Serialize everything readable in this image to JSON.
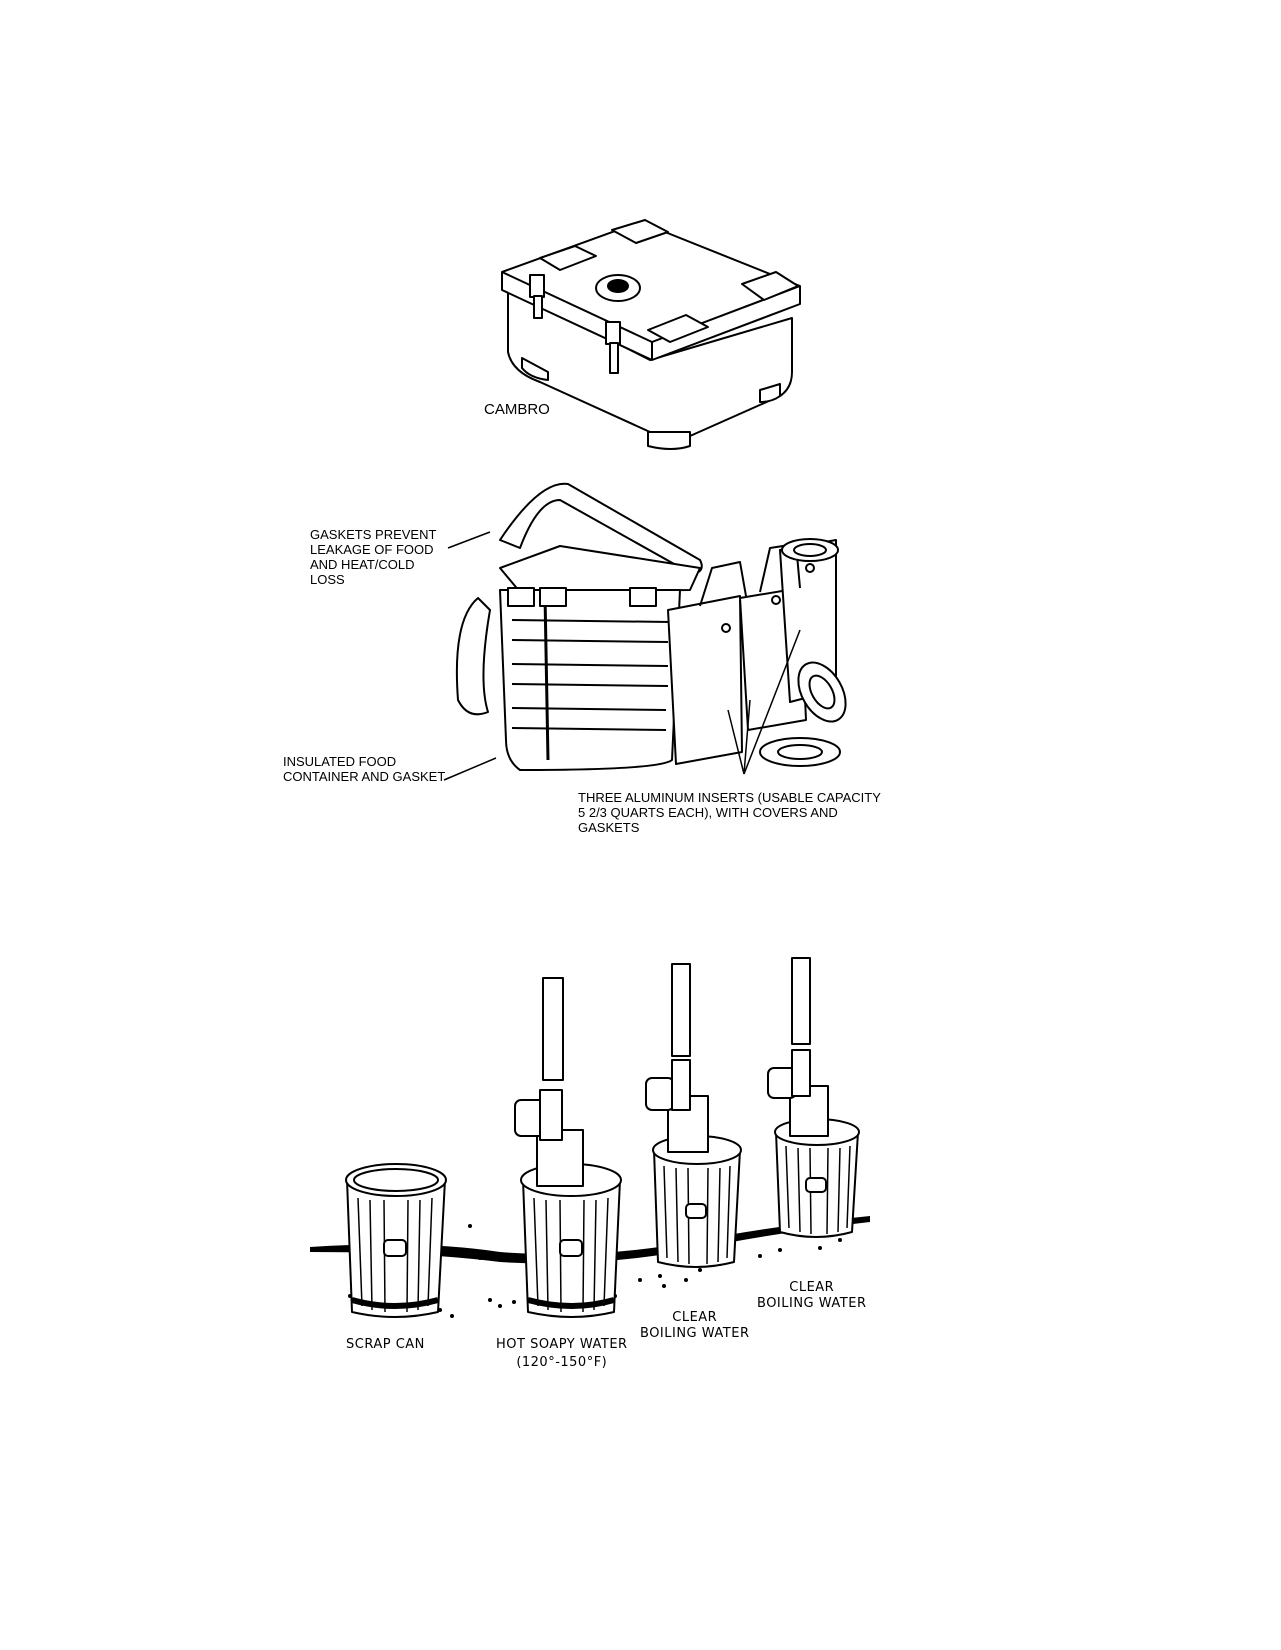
{
  "figure1": {
    "label": "CAMBRO"
  },
  "figure2": {
    "gaskets_label": [
      "GASKETS PREVENT",
      "LEAKAGE OF FOOD",
      "AND HEAT/COLD",
      "LOSS"
    ],
    "container_label": [
      "INSULATED FOOD",
      "CONTAINER AND GASKET"
    ],
    "inserts_label": [
      "THREE ALUMINUM INSERTS (USABLE CAPACITY",
      "5 2/3 QUARTS EACH), WITH COVERS AND",
      "GASKETS"
    ]
  },
  "figure3": {
    "scrap_can": "SCRAP CAN",
    "hot_soapy": [
      "HOT SOAPY WATER",
      "(120°-150°F)"
    ],
    "clear1": [
      "CLEAR",
      "BOILING WATER"
    ],
    "clear2": [
      "CLEAR",
      "BOILING WATER"
    ]
  }
}
